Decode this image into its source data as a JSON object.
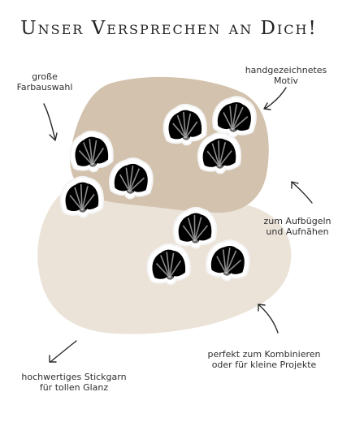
{
  "title": "Unser Versprechen an Dich!",
  "labels": {
    "color_choice": "große\nFarbauswahl",
    "hand_drawn": "handgezeichnetes\nMotiv",
    "iron_sew": "zum Aufbügeln\nund Aufnähen",
    "combine": "perfekt zum Kombinieren\noder für kleine Projekte",
    "thread": "hochwertiges Stickgarn\nfür tollen Glanz"
  },
  "patch_colors": {
    "mint": "#b9e6d6",
    "pink": "#e2a9e6",
    "lavender": "#b9a4e6"
  },
  "colors": {
    "blob_light": "#ebe3d8",
    "blob_dark": "#d3c2ad"
  }
}
